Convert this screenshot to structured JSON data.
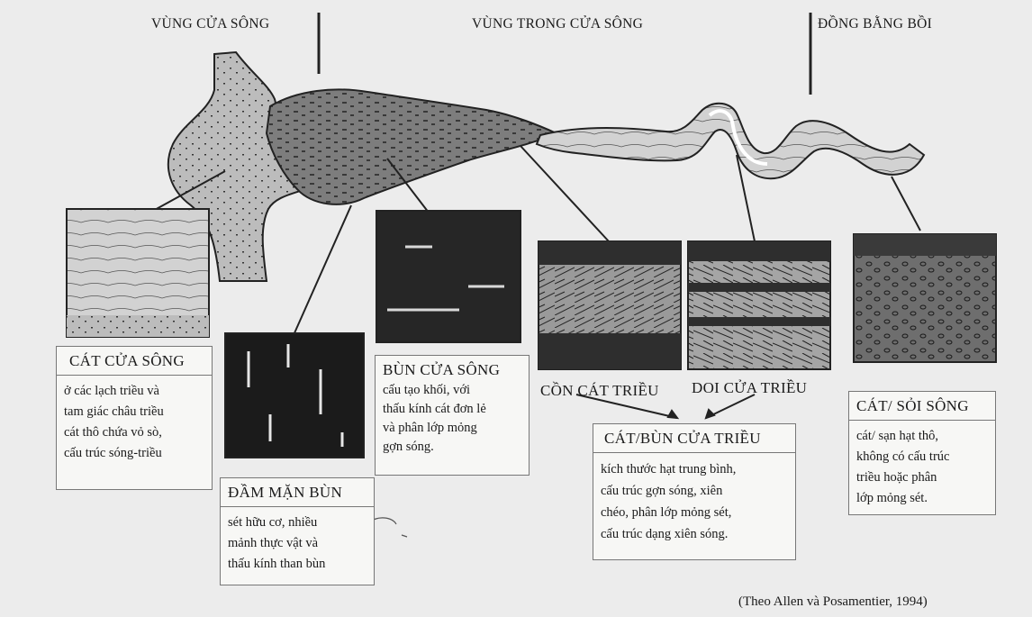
{
  "zones": {
    "estuary_mouth": "VÙNG CỬA SÔNG",
    "inner_estuary": "VÙNG TRONG CỬA SÔNG",
    "alluvial_plain": "ĐỒNG BẰNG BỒI"
  },
  "facies": [
    {
      "title": "CÁT CỬA SÔNG",
      "lines": [
        "ở các lạch triều và",
        "tam giác châu triều",
        "cát thô chứa vỏ sò,",
        "cấu trúc sóng-triều"
      ]
    },
    {
      "title": "ĐẦM MẶN BÙN",
      "lines": [
        "sét hữu cơ, nhiều",
        "mảnh thực vật và",
        "thấu kính than bùn"
      ]
    },
    {
      "title": "BÙN CỬA SÔNG",
      "lines": [
        "cấu tạo khối, với",
        "thấu kính cát đơn lẻ",
        "và phân lớp mỏng",
        "gợn sóng."
      ]
    },
    {
      "title": "CỒN CÁT TRIỀU",
      "lines": []
    },
    {
      "title": "DOI CỬA TRIỀU",
      "lines": []
    },
    {
      "title": "CÁT/BÙN CỬA TRIỀU",
      "lines": [
        "kích thước hạt trung bình,",
        "cấu trúc gợn sóng, xiên",
        "chéo, phân lớp mỏng sét,",
        "cấu trúc dạng xiên sóng."
      ]
    },
    {
      "title": "CÁT/ SỎI SÔNG",
      "lines": [
        "cát/ sạn hạt thô,",
        "không có cấu trúc",
        "triều hoặc phân",
        "lớp mỏng sét."
      ]
    }
  ],
  "source": "(Theo Allen và Posamentier, 1994)"
}
